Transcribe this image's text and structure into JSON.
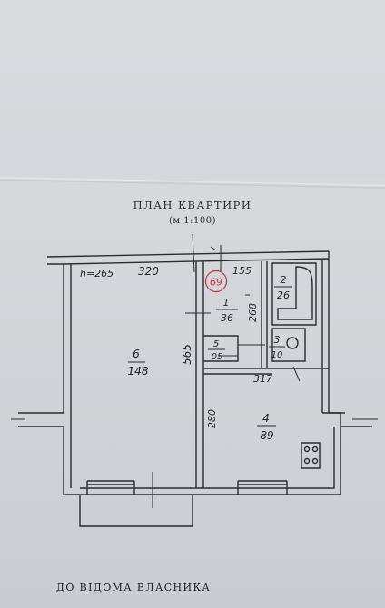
{
  "document": {
    "title": "ПЛАН КВАРТИРИ",
    "scale": "(м 1:100)",
    "footer": "ДО ВІДОМА ВЛАСНИКА"
  },
  "plan": {
    "height_note": "h=265",
    "inventory_mark": "69",
    "dimensions": {
      "room6_width": "320",
      "corridor_width": "155",
      "room6_length": "565",
      "corridor_length": "268",
      "room4_width": "317",
      "room4_length": "280"
    },
    "rooms": [
      {
        "number": "6",
        "area": "148"
      },
      {
        "number": "1",
        "area": "36"
      },
      {
        "number": "2",
        "area": "26"
      },
      {
        "number": "3",
        "area": "10"
      },
      {
        "number": "5",
        "area": "05"
      },
      {
        "number": "4",
        "area": "89"
      }
    ]
  },
  "colors": {
    "ink": "#23252a",
    "paper": "#d6d8dc",
    "stamp_red": "#c8333b"
  }
}
